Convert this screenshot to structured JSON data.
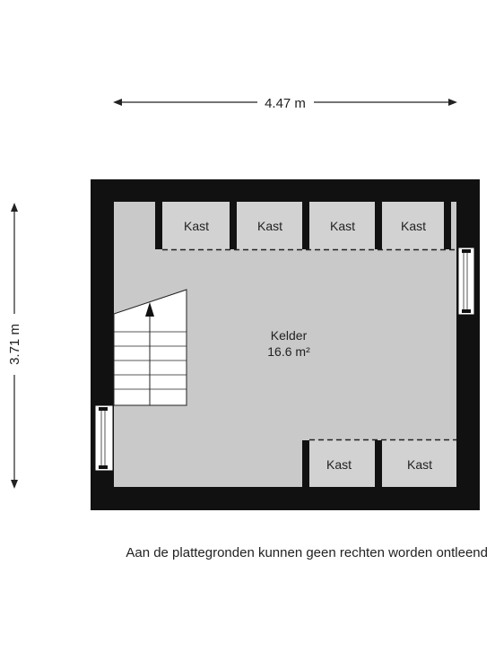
{
  "dimensions": {
    "width_label": "4.47 m",
    "height_label": "3.71 m"
  },
  "room": {
    "name": "Kelder",
    "area": "16.6 m²"
  },
  "closets": {
    "top": [
      "Kast",
      "Kast",
      "Kast",
      "Kast"
    ],
    "bottom": [
      "Kast",
      "Kast"
    ]
  },
  "disclaimer": "Aan de plattegronden kunnen geen rechten worden ontleend",
  "colors": {
    "wall": "#111111",
    "floor": "#c9c9c9",
    "closet_floor": "#d2d2d2",
    "line": "#222222"
  }
}
